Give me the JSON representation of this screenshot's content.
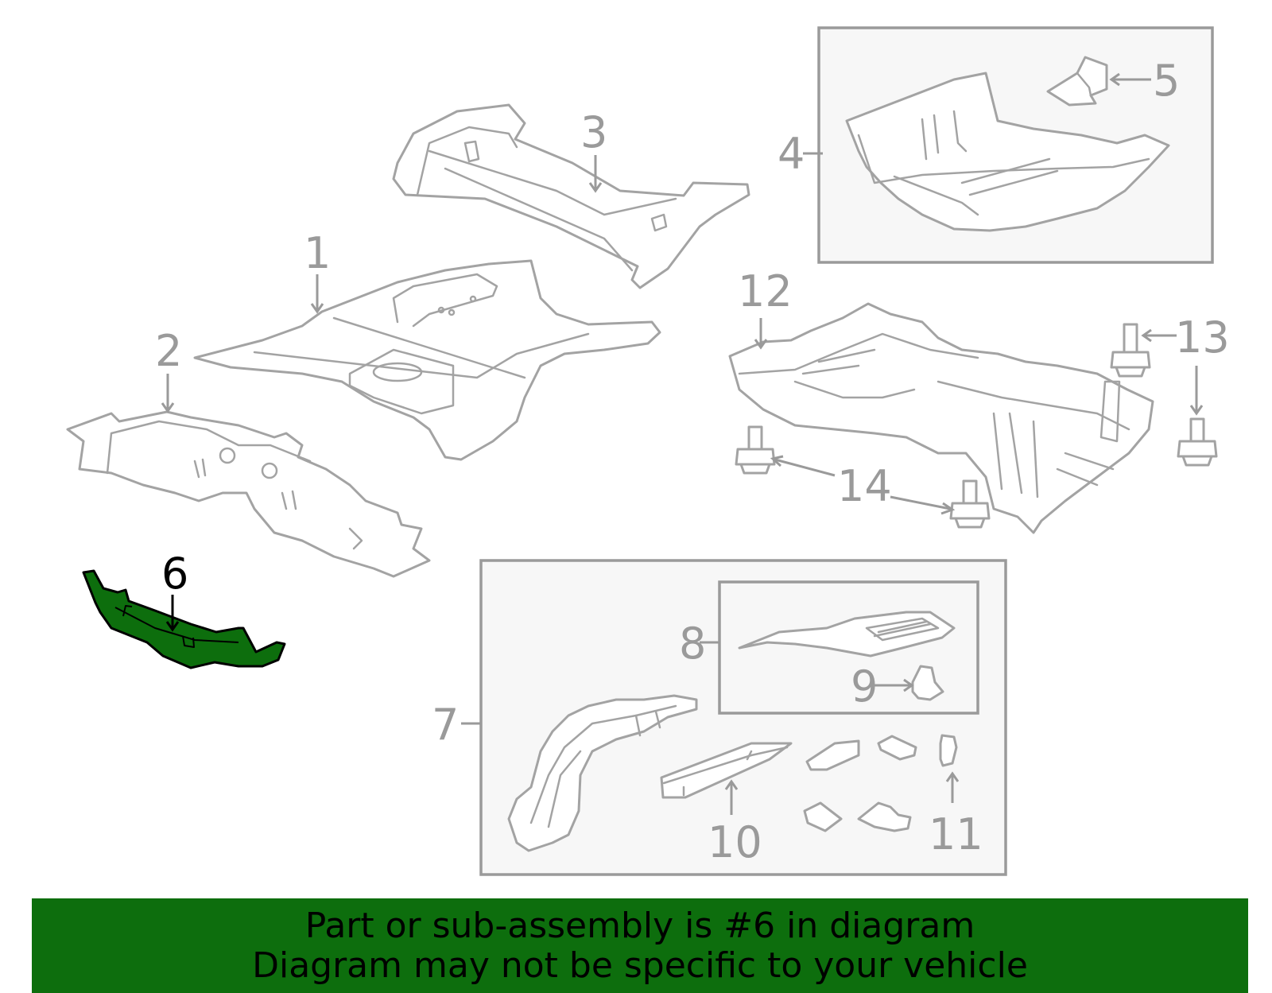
{
  "callouts": {
    "c1": "1",
    "c2": "2",
    "c3": "3",
    "c4": "4",
    "c5": "5",
    "c6": "6",
    "c7": "7",
    "c8": "8",
    "c9": "9",
    "c10": "10",
    "c11": "11",
    "c12": "12",
    "c13": "13",
    "c14": "14"
  },
  "highlighted_part": "6",
  "colors": {
    "highlight": "#0d6e0d",
    "line": "#a3a3a3",
    "banner": "#0d6e0d"
  },
  "banner": {
    "line1": "Part or sub-assembly is #6 in diagram",
    "line2": "Diagram may not be specific to your vehicle"
  }
}
